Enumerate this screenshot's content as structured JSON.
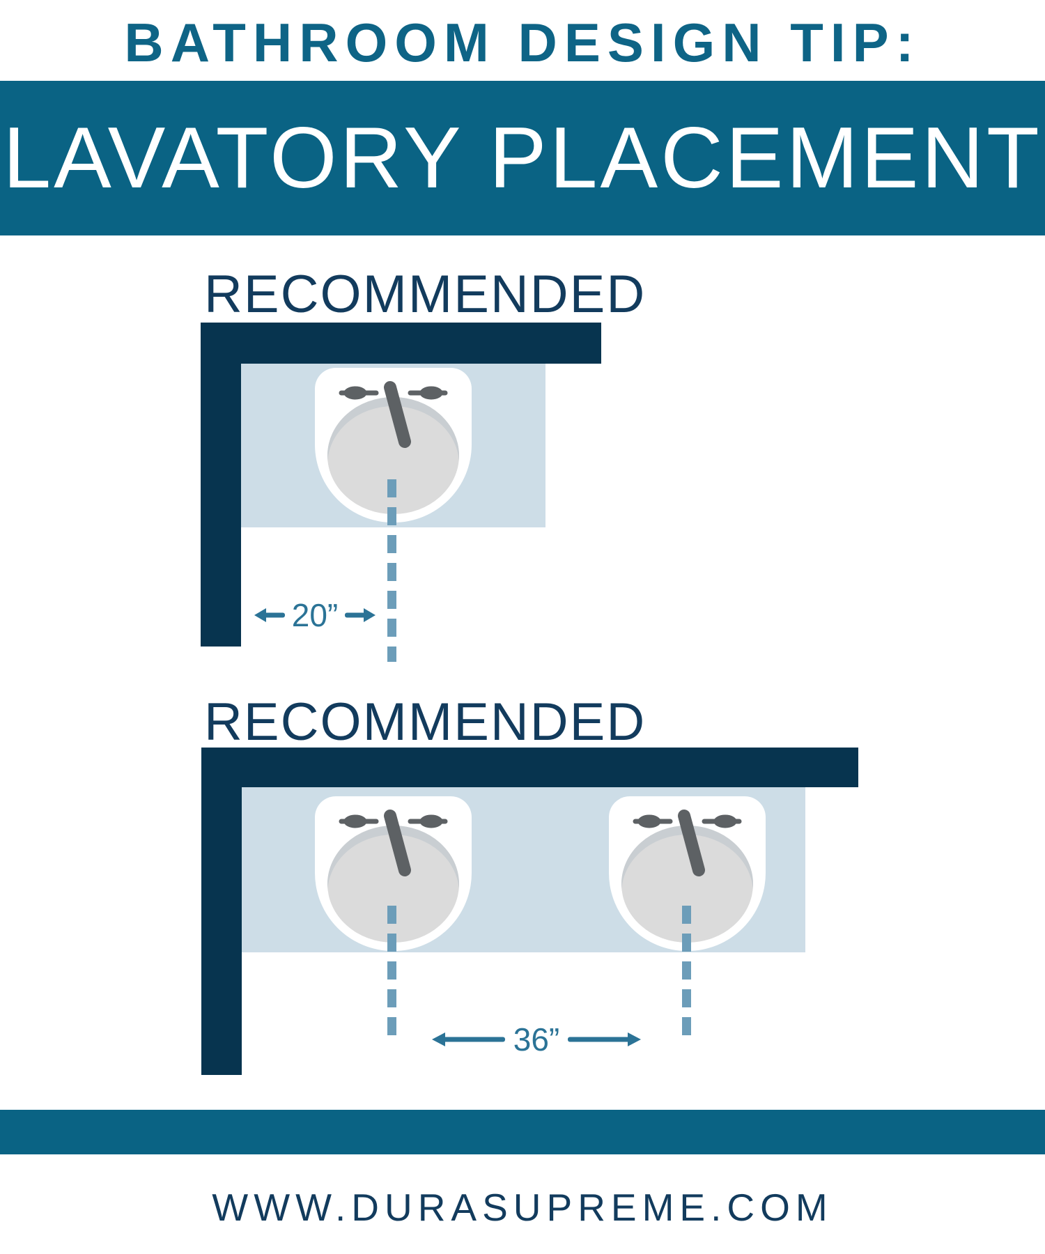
{
  "header": {
    "kicker": "BATHROOM DESIGN TIP:",
    "title": "LAVATORY PLACEMENT"
  },
  "sections": [
    {
      "heading": "RECOMMENDED",
      "layout": "single sink from side wall",
      "measurement": "20”"
    },
    {
      "heading": "RECOMMENDED",
      "layout": "double sinks center to center",
      "measurement": "36”"
    }
  ],
  "footer": {
    "website": "WWW.DURASUPREME.COM"
  },
  "icons": {
    "faucet": "faucet-icon",
    "arrow_left": "left-arrow-icon",
    "arrow_right": "right-arrow-icon",
    "centerline": "dotted-centerline"
  },
  "colors": {
    "teal": "#0A6384",
    "kicker_teal": "#0E6486",
    "navy_wall": "#07344F",
    "heading_navy": "#123B5D",
    "countertop": "#CDDDE7",
    "sink_white": "#FFFFFF",
    "basin": "#DBDBDB",
    "basin_rim": "#C9CED2",
    "faucet": "#5D6164",
    "dotted_line": "#6C9DB9",
    "measure_blue": "#2B7396"
  }
}
